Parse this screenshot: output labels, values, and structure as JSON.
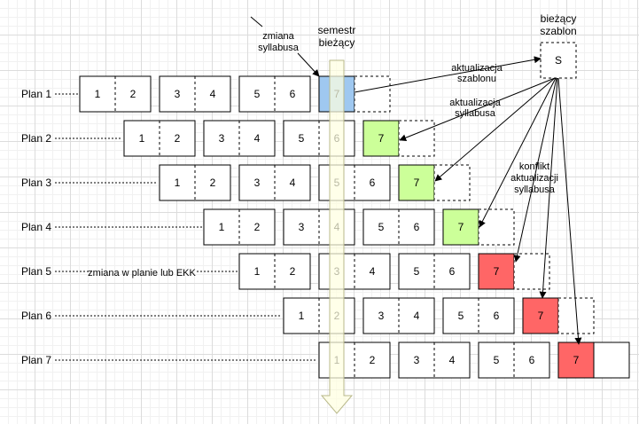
{
  "plans": [
    {
      "label": "Plan 1",
      "cells": [
        "1",
        "2",
        "3",
        "4",
        "5",
        "6",
        "7"
      ]
    },
    {
      "label": "Plan 2",
      "cells": [
        "1",
        "2",
        "3",
        "4",
        "5",
        "6",
        "7"
      ]
    },
    {
      "label": "Plan 3",
      "cells": [
        "1",
        "2",
        "3",
        "4",
        "5",
        "6",
        "7"
      ]
    },
    {
      "label": "Plan 4",
      "cells": [
        "1",
        "2",
        "3",
        "4",
        "5",
        "6",
        "7"
      ]
    },
    {
      "label": "Plan 5",
      "cells": [
        "1",
        "2",
        "3",
        "4",
        "5",
        "6",
        "7"
      ]
    },
    {
      "label": "Plan 6",
      "cells": [
        "1",
        "2",
        "3",
        "4",
        "5",
        "6",
        "7"
      ]
    },
    {
      "label": "Plan 7",
      "cells": [
        "1",
        "2",
        "3",
        "4",
        "5",
        "6",
        "7"
      ]
    }
  ],
  "annotations": {
    "semestr_line1": "semestr",
    "semestr_line2": "bieżący",
    "zmiana_line1": "zmiana",
    "zmiana_line2": "syllabusa",
    "szablon_line1": "bieżący",
    "szablon_line2": "szablon",
    "szablon_box": "S",
    "akt_szablonu_line1": "aktualizacja",
    "akt_szablonu_line2": "szablonu",
    "akt_syllabusa_line1": "aktualizacja",
    "akt_syllabusa_line2": "syllabusa",
    "konflikt_line1": "konflikt",
    "konflikt_line2": "aktualizacji",
    "konflikt_line3": "syllabusa",
    "zmiana_planie": "zmiana w planie lub EKK"
  },
  "colors": {
    "blue": "#9fc8f0",
    "green": "#ccff99",
    "red": "#ff6666",
    "arrow_fill": "#ffffe0",
    "arrow_stroke": "#b9b98a"
  }
}
